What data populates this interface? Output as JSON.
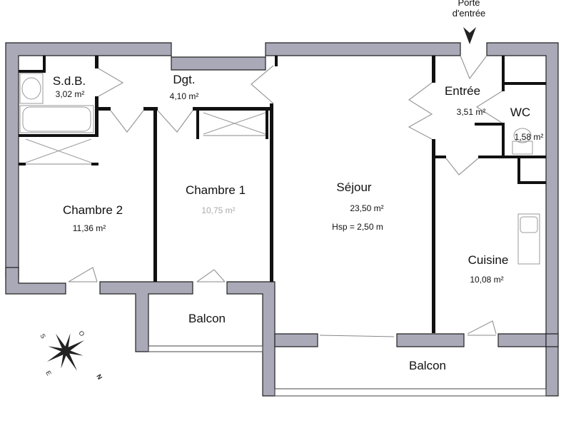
{
  "entry": {
    "line1": "Porte",
    "line2": "d'entrée",
    "arrow_icon": "arrow-down-icon"
  },
  "rooms": {
    "sdb": {
      "name": "S.d.B.",
      "area": "3,02 m²"
    },
    "dgt": {
      "name": "Dgt.",
      "area": "4,10 m²"
    },
    "entree": {
      "name": "Entrée",
      "area": "3,51 m²"
    },
    "wc": {
      "name": "WC",
      "area": "1,58 m²"
    },
    "chambre2": {
      "name": "Chambre 2",
      "area": "11,36 m²"
    },
    "chambre1": {
      "name": "Chambre 1",
      "area": "10,75 m²"
    },
    "sejour": {
      "name": "Séjour",
      "area": "23,50 m²",
      "height": "Hsp = 2,50 m"
    },
    "cuisine": {
      "name": "Cuisine",
      "area": "10,08 m²"
    },
    "balcon1": {
      "name": "Balcon"
    },
    "balcon2": {
      "name": "Balcon"
    }
  },
  "compass": {
    "icon": "compass-rose-icon",
    "labels": {
      "n": "N",
      "s": "S",
      "e": "E",
      "o": "O"
    }
  },
  "colors": {
    "wall": "#a9a9b8",
    "partition": "#111111",
    "door": "#999999"
  }
}
